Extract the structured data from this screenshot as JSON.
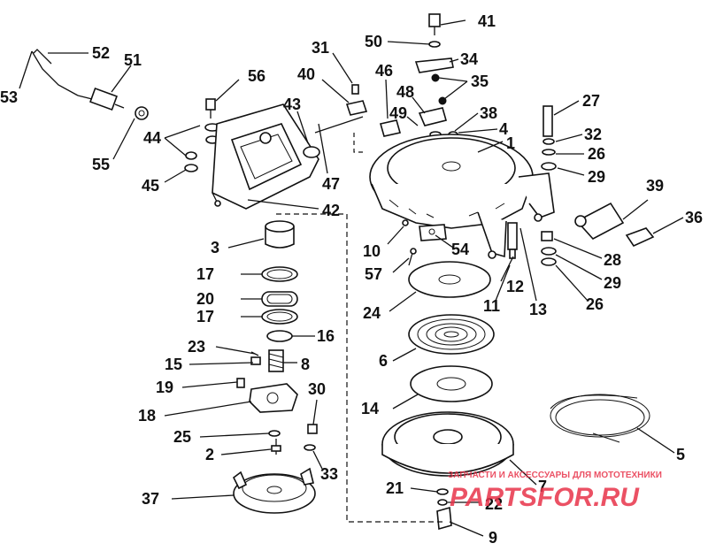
{
  "diagram": {
    "callouts": [
      "41",
      "50",
      "34",
      "31",
      "46",
      "40",
      "35",
      "48",
      "49",
      "38",
      "56",
      "43",
      "4",
      "1",
      "27",
      "32",
      "26",
      "29",
      "52",
      "51",
      "53",
      "44",
      "55",
      "45",
      "47",
      "42",
      "39",
      "36",
      "3",
      "10",
      "54",
      "28",
      "29b",
      "57",
      "17a",
      "12",
      "11",
      "13",
      "26b",
      "20",
      "24",
      "17b",
      "16",
      "6",
      "23",
      "15",
      "8",
      "19",
      "14",
      "18",
      "30",
      "5",
      "25",
      "2",
      "33",
      "7",
      "37",
      "21",
      "22",
      "9"
    ],
    "labels": {
      "41": "41",
      "50": "50",
      "34": "34",
      "31": "31",
      "46": "46",
      "40": "40",
      "35": "35",
      "48": "48",
      "49": "49",
      "38": "38",
      "56": "56",
      "43": "43",
      "4": "4",
      "1": "1",
      "27": "27",
      "32": "32",
      "26": "26",
      "29": "29",
      "52": "52",
      "51": "51",
      "53": "53",
      "44": "44",
      "55": "55",
      "45": "45",
      "47": "47",
      "42": "42",
      "39": "39",
      "36": "36",
      "3": "3",
      "10": "10",
      "54": "54",
      "28": "28",
      "29b": "29",
      "57": "57",
      "17a": "17",
      "12": "12",
      "11": "11",
      "13": "13",
      "26b": "26",
      "20": "20",
      "24": "24",
      "17b": "17",
      "16": "16",
      "6": "6",
      "23": "23",
      "15": "15",
      "8": "8",
      "19": "19",
      "14": "14",
      "18": "18",
      "30": "30",
      "5": "5",
      "25": "25",
      "2": "2",
      "33": "33",
      "7": "7",
      "37": "37",
      "21": "21",
      "22": "22",
      "9": "9"
    }
  },
  "watermark": {
    "top_text": "ЗАПЧАСТИ И АКСЕССУАРЫ ДЛЯ МОТОТЕХНИКИ",
    "logo_text": "PARTSFOR.RU",
    "color": "#e8334a"
  }
}
